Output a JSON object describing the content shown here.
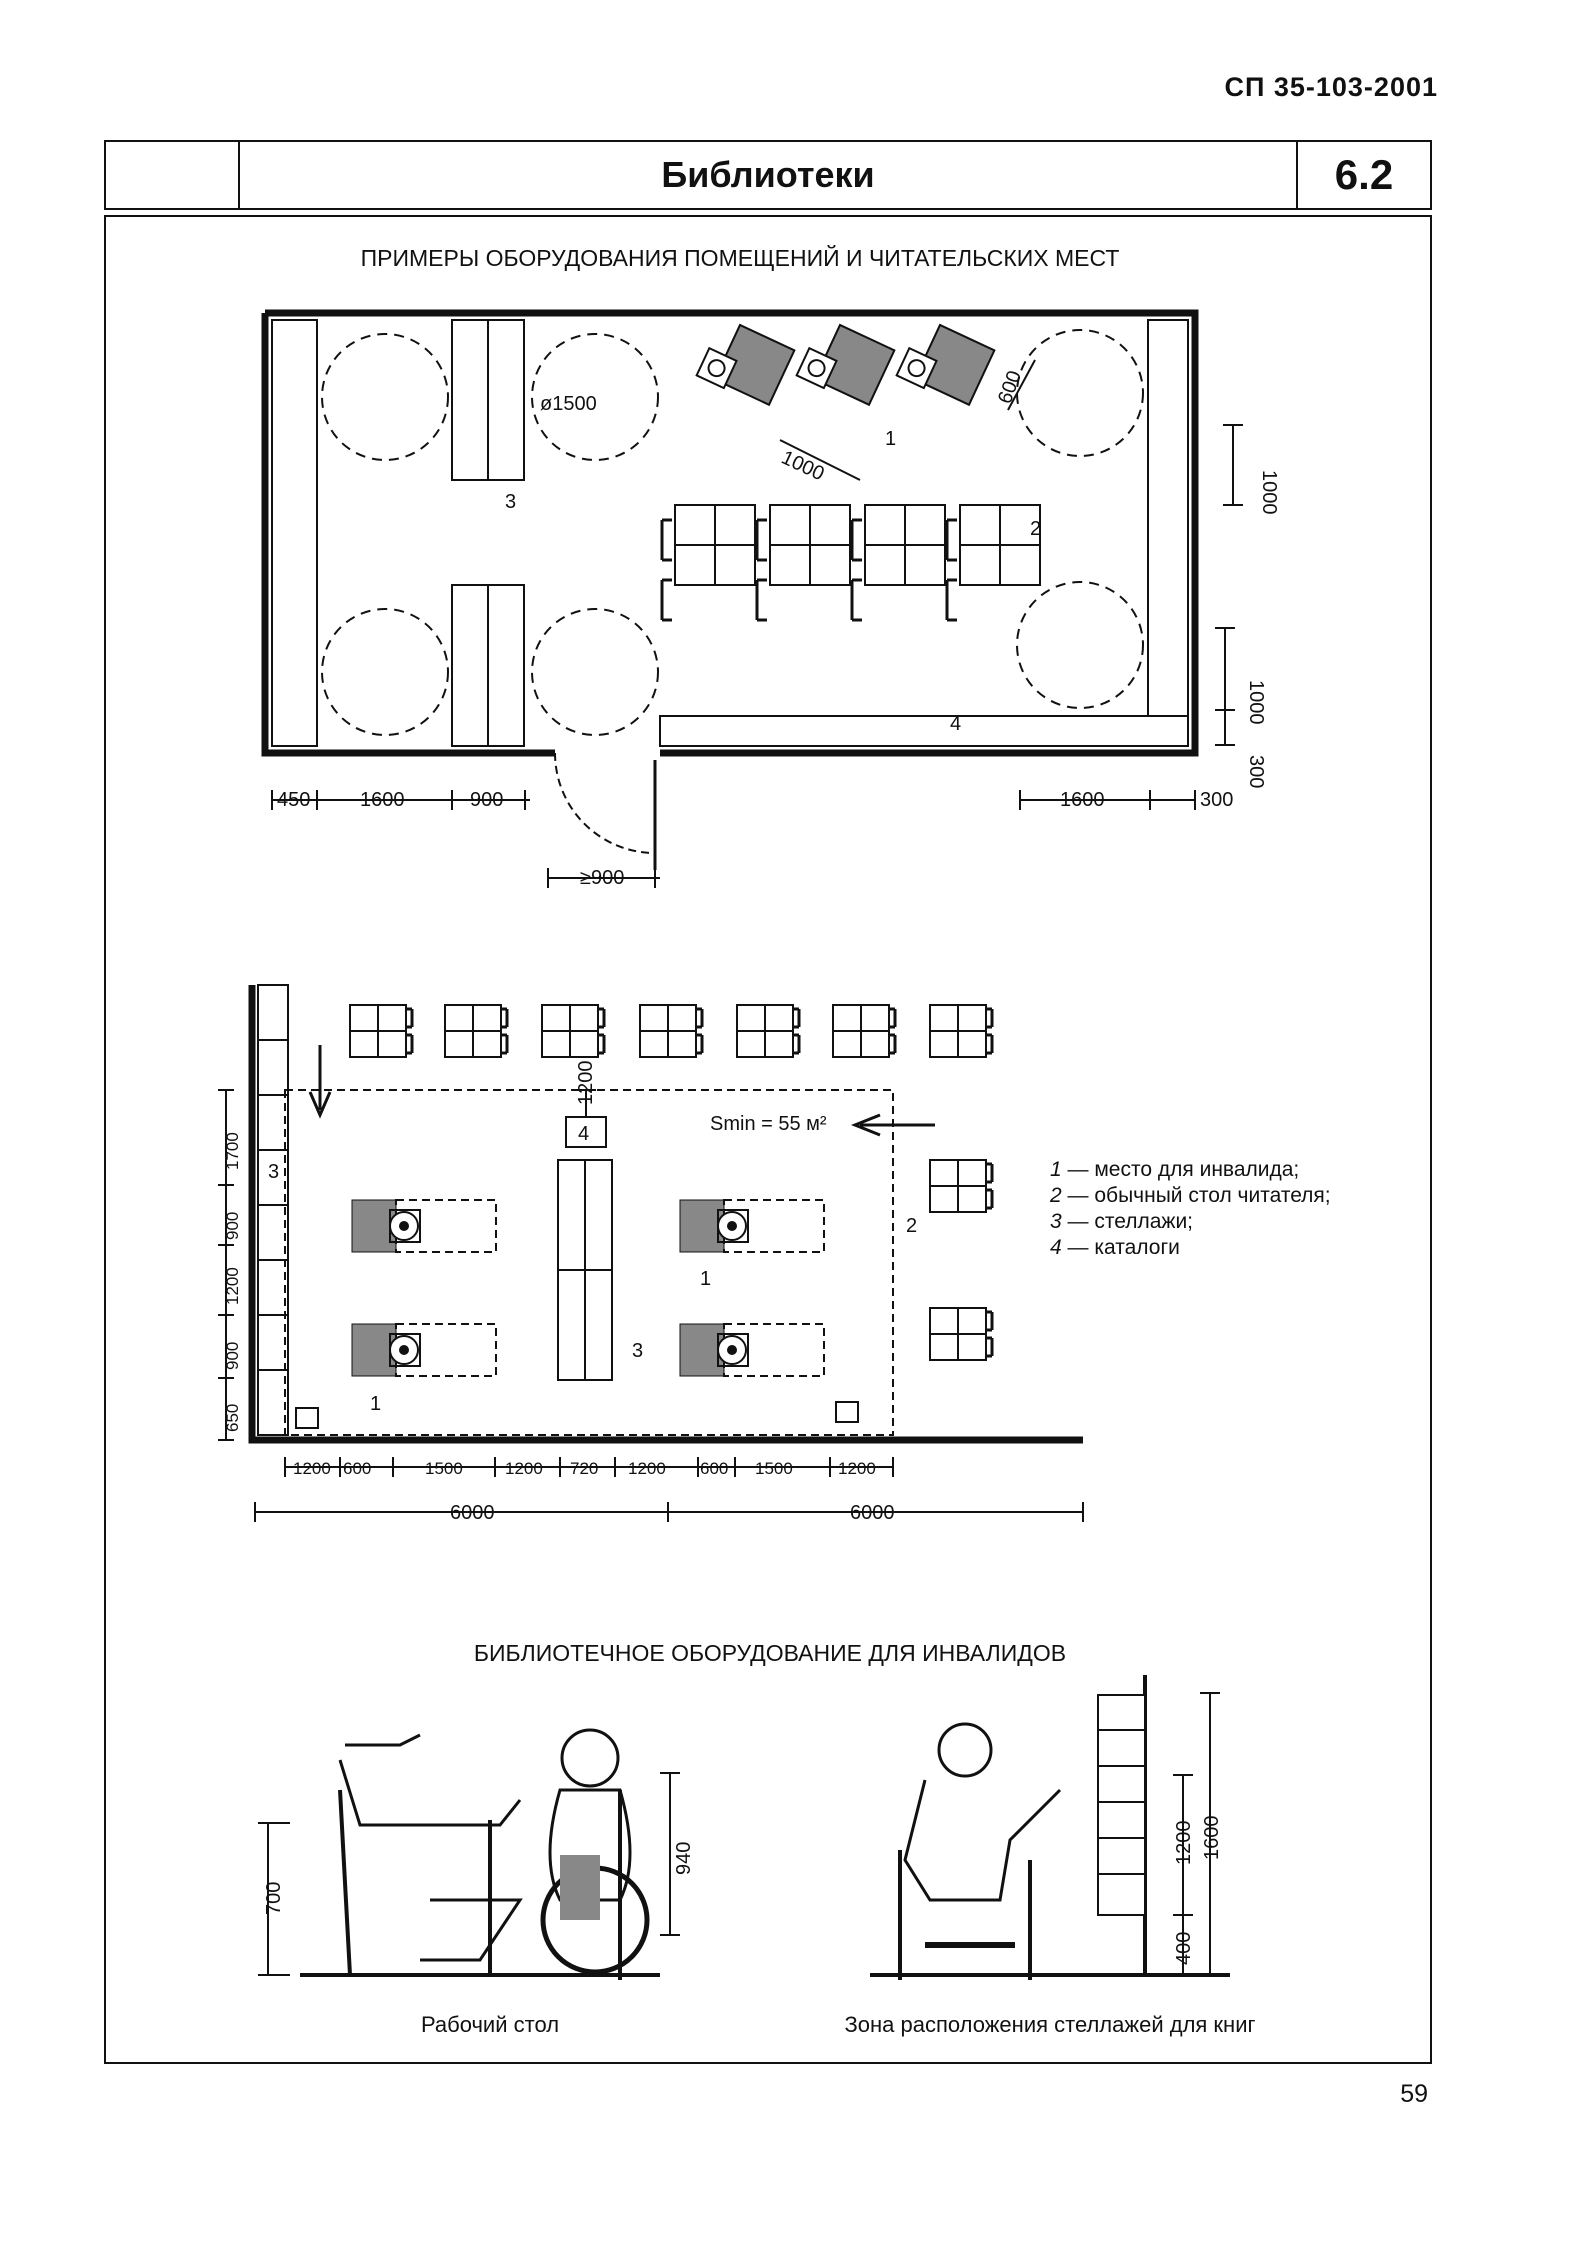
{
  "document": {
    "code": "СП 35-103-2001",
    "title": "Библиотеки",
    "section": "6.2",
    "page_number": "59"
  },
  "section1": {
    "heading": "ПРИМЕРЫ ОБОРУДОВАНИЯ ПОМЕЩЕНИЙ И ЧИТАТЕЛЬСКИХ МЕСТ",
    "circle_label": "ø1500",
    "labels": [
      "1",
      "2",
      "3",
      "4"
    ],
    "dims": {
      "d1000_slant": "1000",
      "d600_slant": "600",
      "d1000_right": "1000",
      "d1000_right2": "1000",
      "d300_right": "300",
      "b450": "450",
      "b1600": "1600",
      "b900": "900",
      "door": "≥900",
      "b1600r": "1600",
      "b300r": "300"
    }
  },
  "section2": {
    "area_label": "Smin = 55 м²",
    "labels": {
      "l1a": "1",
      "l1b": "1",
      "l2": "2",
      "l3a": "3",
      "l3b": "3",
      "l4": "4"
    },
    "dim_top": "1200",
    "left_dims": [
      "650",
      "900",
      "1200",
      "900",
      "1700"
    ],
    "bottom_dims": [
      "1200",
      "600",
      "1500",
      "1200",
      "720",
      "1200",
      "600",
      "1500",
      "1200"
    ],
    "totals": [
      "6000",
      "6000"
    ]
  },
  "legend": [
    {
      "num": "1",
      "text": " — место для инвалида;"
    },
    {
      "num": "2",
      "text": " — обычный стол читателя;"
    },
    {
      "num": "3",
      "text": " — стеллажи;"
    },
    {
      "num": "4",
      "text": " — каталоги"
    }
  ],
  "section3": {
    "heading": "БИБЛИОТЕЧНОЕ ОБОРУДОВАНИЕ ДЛЯ ИНВАЛИДОВ",
    "desk_dims": {
      "height": "700",
      "seat": "940"
    },
    "shelf_dims": {
      "h1200": "1200",
      "h1600": "1600",
      "h400": "400"
    },
    "caption_desk": "Рабочий стол",
    "caption_shelf": "Зона расположения стеллажей для книг"
  }
}
